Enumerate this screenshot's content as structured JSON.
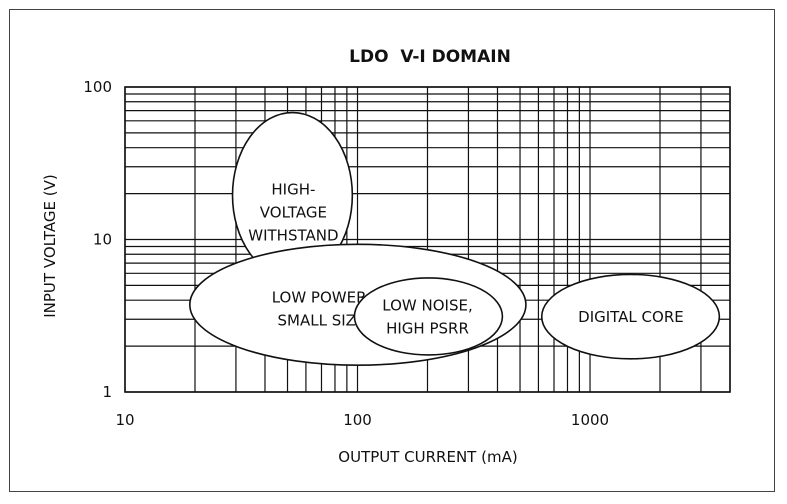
{
  "chart_data": {
    "type": "scatter",
    "title": "LDO  V-I DOMAIN",
    "xlabel": "OUTPUT CURRENT (mA)",
    "ylabel": "INPUT VOLTAGE (V)",
    "xscale": "log",
    "yscale": "log",
    "xlim": [
      10,
      4000
    ],
    "ylim": [
      1,
      100
    ],
    "grid": true,
    "x_tick_labels": [
      "10",
      "100",
      "1000"
    ],
    "y_tick_labels": [
      "1",
      "10",
      "100"
    ],
    "regions": [
      {
        "label_lines": [
          "HIGH-",
          "VOLTAGE",
          "WITHSTAND"
        ],
        "center": [
          53,
          15
        ],
        "x_range": [
          29,
          95
        ],
        "y_range": [
          5.6,
          68
        ]
      },
      {
        "label_lines": [
          "LOW POWER,",
          "SMALL SIZE"
        ],
        "center": [
          70,
          3.5
        ],
        "x_range": [
          19,
          530
        ],
        "y_range": [
          1.5,
          9.3
        ]
      },
      {
        "label_lines": [
          "LOW NOISE,",
          "HIGH PSRR"
        ],
        "center": [
          200,
          3.1
        ],
        "x_range": [
          97,
          420
        ],
        "y_range": [
          1.75,
          5.6
        ]
      },
      {
        "label_lines": [
          "DIGITAL CORE"
        ],
        "center": [
          1500,
          3.1
        ],
        "x_range": [
          620,
          3600
        ],
        "y_range": [
          1.65,
          5.9
        ]
      }
    ]
  }
}
